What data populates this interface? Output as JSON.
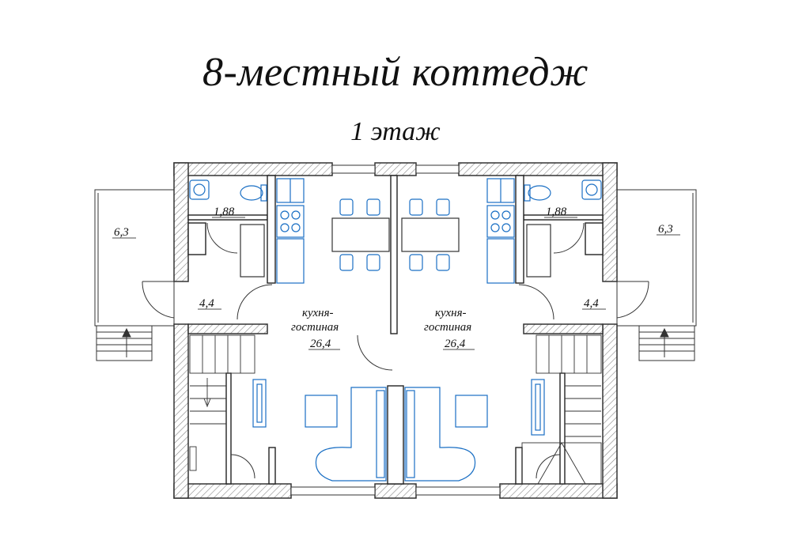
{
  "title": "8-местный коттедж",
  "subtitle": "1 этаж",
  "rooms": {
    "wc_left_area": "1,88",
    "wc_right_area": "1,88",
    "terrace_left_area": "6,3",
    "terrace_right_area": "6,3",
    "hall_left_area": "4,4",
    "hall_right_area": "4,4",
    "living_left_name_1": "кухня-",
    "living_left_name_2": "гостиная",
    "living_left_area": "26,4",
    "living_right_name_1": "кухня-",
    "living_right_name_2": "гостиная",
    "living_right_area": "26,4"
  },
  "colors": {
    "wall": "#333333",
    "hatch": "#888888",
    "furniture": "#1a6fc4",
    "line": "#222222"
  }
}
